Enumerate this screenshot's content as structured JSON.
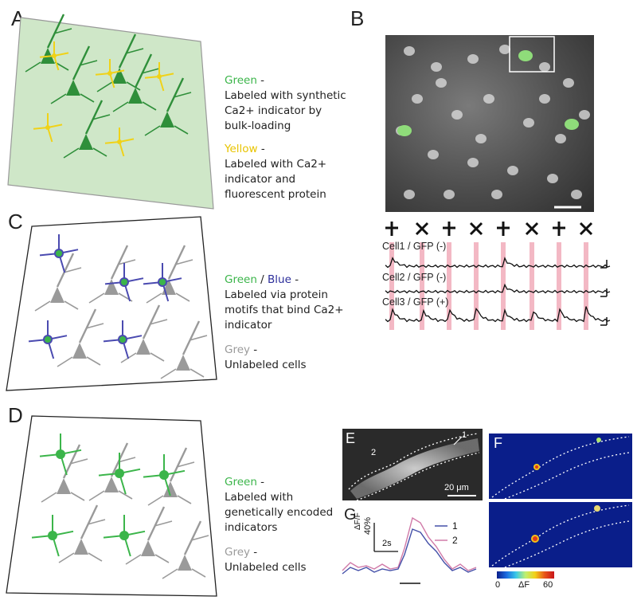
{
  "panels": {
    "A": {
      "letter": "A",
      "legend": [
        {
          "key": "Green",
          "sep": " -",
          "color": "#3bb54a",
          "lines": [
            "Labeled with synthetic",
            "Ca2+ indicator by",
            "bulk-loading"
          ]
        },
        {
          "key": "Yellow",
          "sep": " -",
          "color": "#e8c400",
          "lines": [
            "Labeled with Ca2+",
            "indicator and",
            "fluorescent protein"
          ]
        }
      ]
    },
    "B": {
      "letter": "B",
      "traces": [
        {
          "label": "Cell1 / GFP (-)"
        },
        {
          "label": "Cell2 / GFP (-)"
        },
        {
          "label": "Cell3 / GFP (+)"
        }
      ]
    },
    "C": {
      "letter": "C",
      "legend_key1": "Green",
      "legend_slash": " / ",
      "legend_key2": "Blue",
      "legend_sep": " -",
      "legend_lines": [
        "Labeled via protein",
        "motifs that bind Ca2+",
        "indicator"
      ],
      "grey_key": "Grey",
      "grey_sep": " -",
      "grey_line": "Unlabeled cells"
    },
    "D": {
      "letter": "D",
      "legend": [
        {
          "key": "Green",
          "sep": " -",
          "color": "#3bb54a",
          "lines": [
            "Labeled with",
            "genetically encoded",
            "indicators"
          ]
        },
        {
          "key": "Grey",
          "sep": " -",
          "color": "#9a9a9a",
          "lines": [
            "Unlabeled cells"
          ]
        }
      ]
    },
    "E": {
      "letter": "E",
      "roi1": "1",
      "roi2": "2",
      "scale": "20 μm"
    },
    "F": {
      "letter": "F",
      "cbar_min": "0",
      "cbar_mid": "ΔF",
      "cbar_max": "60"
    },
    "G": {
      "letter": "G",
      "ylabel": "ΔF/F",
      "yscale": "40%",
      "xscale": "2s",
      "legend": [
        "1",
        "2"
      ]
    }
  },
  "colors": {
    "green": "#3bb54a",
    "yellow": "#e8c400",
    "blue": "#2b2d9a",
    "grey": "#9a9a9a",
    "stimulus": "#f3b8c4",
    "trace1": "#4450a8",
    "trace2": "#d07aa8"
  }
}
